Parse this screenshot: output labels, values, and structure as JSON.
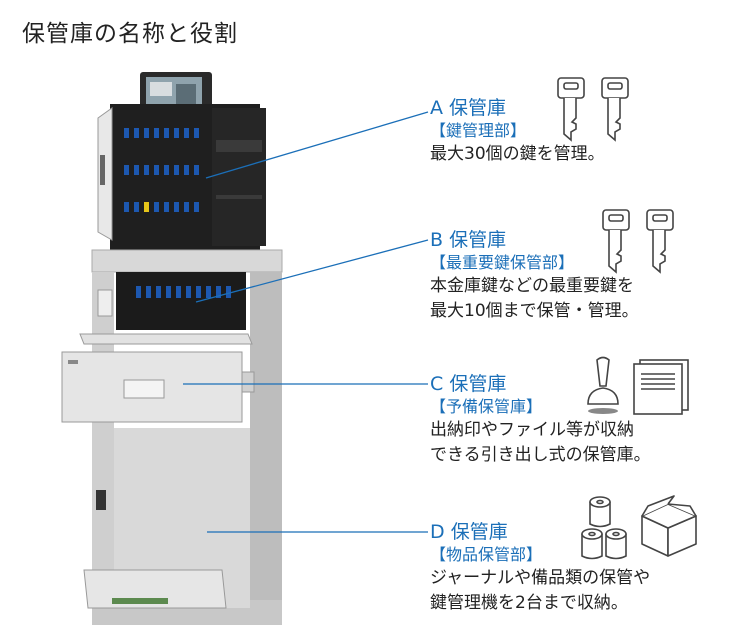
{
  "title": "保管庫の名称と役割",
  "sections": [
    {
      "letter": "A",
      "name": "保管庫",
      "subtitle": "【鍵管理部】",
      "desc": [
        "最大30個の鍵を管理。"
      ]
    },
    {
      "letter": "B",
      "name": "保管庫",
      "subtitle": "【最重要鍵保管部】",
      "desc": [
        "本金庫鍵などの最重要鍵を",
        "最大10個まで保管・管理。"
      ]
    },
    {
      "letter": "C",
      "name": "保管庫",
      "subtitle": "【予備保管庫】",
      "desc": [
        "出納印やファイル等が収納",
        "できる引き出し式の保管庫。"
      ]
    },
    {
      "letter": "D",
      "name": "保管庫",
      "subtitle": "【物品保管部】",
      "desc": [
        "ジャーナルや備品類の保管や",
        "鍵管理機を2台まで収納。"
      ]
    }
  ],
  "colors": {
    "accent": "#1b6fb8",
    "text": "#222222"
  },
  "icons": [
    "key-icon",
    "stamp-icon",
    "document-icon",
    "paper-roll-icon",
    "box-icon"
  ]
}
